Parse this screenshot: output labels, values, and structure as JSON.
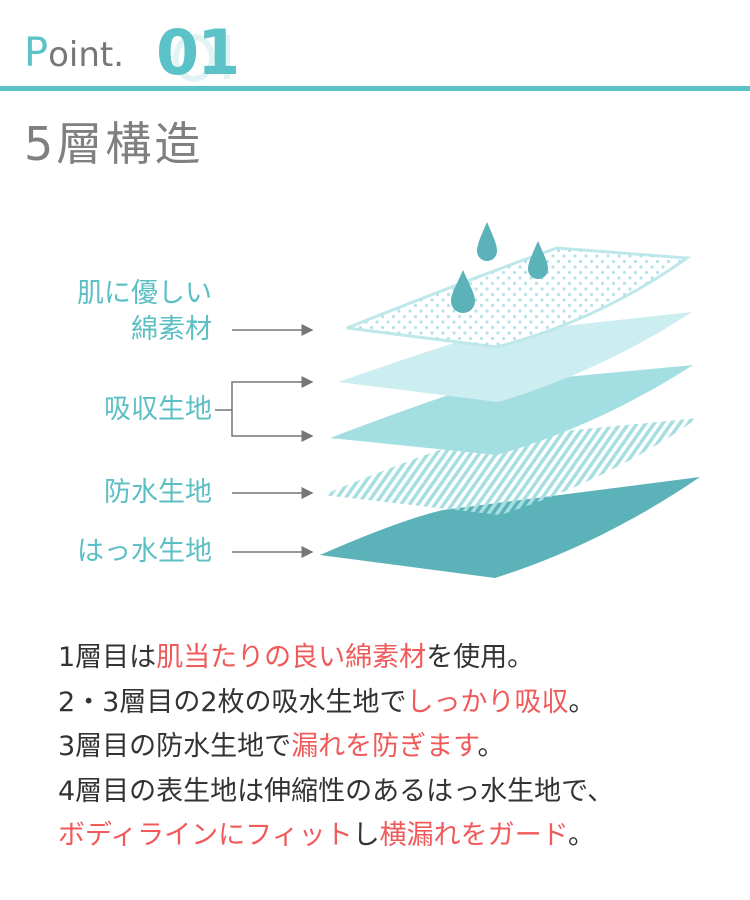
{
  "header": {
    "point_prefix": "P",
    "point_rest": "oint.",
    "point_number": "01",
    "title": "5層構造"
  },
  "labels": {
    "layer1": [
      "肌に優しい",
      "綿素材"
    ],
    "layer23": "吸収生地",
    "layer4": "防水生地",
    "layer5": "はっ水生地"
  },
  "description": [
    [
      {
        "t": "1層目は",
        "red": false
      },
      {
        "t": "肌当たりの良い綿素材",
        "red": true
      },
      {
        "t": "を使用。",
        "red": false
      }
    ],
    [
      {
        "t": "2・3層目の2枚の吸水生地で",
        "red": false
      },
      {
        "t": "しっかり吸収",
        "red": true
      },
      {
        "t": "。",
        "red": false
      }
    ],
    [
      {
        "t": "3層目の防水生地で",
        "red": false
      },
      {
        "t": "漏れを防ぎます",
        "red": true
      },
      {
        "t": "。",
        "red": false
      }
    ],
    [
      {
        "t": "4層目の表生地は伸縮性のあるはっ水生地で、",
        "red": false
      }
    ],
    [
      {
        "t": "ボディラインにフィット",
        "red": true
      },
      {
        "t": "し",
        "red": false
      },
      {
        "t": "横漏れをガード",
        "red": true
      },
      {
        "t": "。",
        "red": false
      }
    ]
  ],
  "colors": {
    "accent": "#5bc3c8",
    "dark_teal": "#5bb2b9",
    "red": "#f05a5a"
  }
}
